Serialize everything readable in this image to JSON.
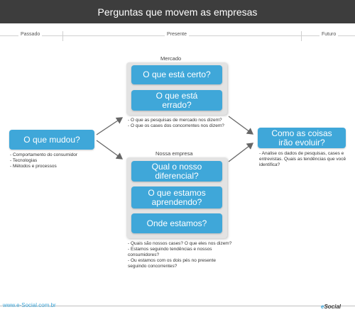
{
  "header": {
    "title": "Perguntas que movem as empresas"
  },
  "timeline": {
    "past": "Passado",
    "present": "Presente",
    "future": "Futuro"
  },
  "left": {
    "question": "O que mudou?",
    "notes": [
      "Comportamento do consumidor",
      "Tecnologias",
      "Métodos e processos"
    ]
  },
  "market": {
    "title": "Mercado",
    "q1": "O que está certo?",
    "q2_line1": "O que está",
    "q2_line2": "errado?",
    "notes": [
      "O que as pesquisas de mercado nos dizem?",
      "O que os cases dos concorrentes nos dizem?"
    ]
  },
  "company": {
    "title": "Nossa empresa",
    "q1_line1": "Qual o nosso",
    "q1_line2": "diferencial?",
    "q2_line1": "O que estamos",
    "q2_line2": "aprendendo?",
    "q3": "Onde estamos?",
    "notes": [
      "Quais são nossos cases? O que eles nos dizem?",
      "Estamos seguindo tendências e nossos consumidores?",
      "Ou estamos com os dois pés no presente seguindo concorrentes?"
    ]
  },
  "right": {
    "q_line1": "Como as coisas",
    "q_line2": "irão evoluir?",
    "notes": [
      "Analise os dados de pesquisas, cases e entrevistas. Quais as tendências que você identifica?"
    ]
  },
  "footer": {
    "url": "www.e-Social.com.br",
    "logo_e": "e",
    "logo_rest": "Social"
  },
  "colors": {
    "accent": "#3fa7d9",
    "header_bg": "#3d3d3d",
    "panel_bg": "#e3e3e3"
  }
}
